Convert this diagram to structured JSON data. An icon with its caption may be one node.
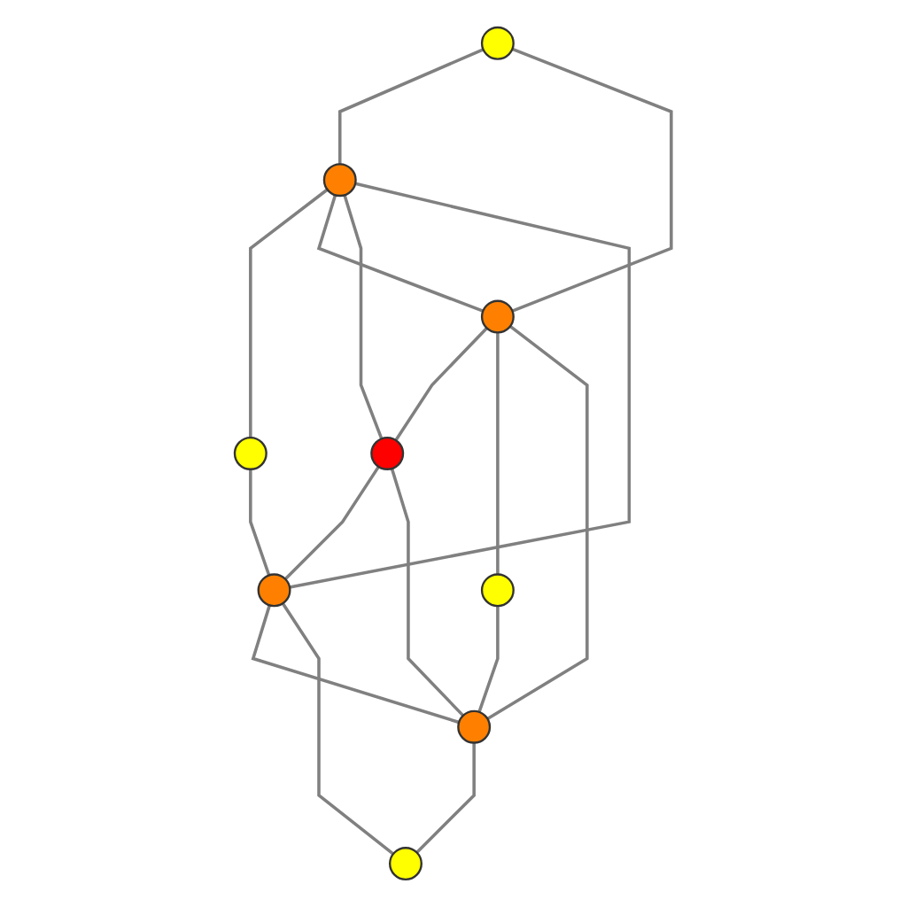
{
  "diagram": {
    "nodes": [
      {
        "text": [],
        "shape": "circle"
      },
      {
        "text": [],
        "shape": "circle"
      },
      {
        "text": [],
        "shape": "circle"
      },
      {
        "text": [],
        "shape": "circle"
      },
      {
        "text": [],
        "shape": "circle"
      },
      {
        "text": [],
        "shape": "circle"
      },
      {
        "text": [],
        "shape": "circle"
      },
      {
        "text": [],
        "shape": "circle"
      },
      {
        "text": [],
        "shape": "circle"
      }
    ],
    "edges": [
      {
        "from": 0,
        "to": 1,
        "arrow": "none"
      },
      {
        "from": 1,
        "to": 2,
        "arrow": "none"
      },
      {
        "from": 0,
        "to": 3,
        "arrow": "none"
      },
      {
        "from": 1,
        "to": 3,
        "arrow": "none"
      },
      {
        "from": 1,
        "to": 4,
        "arrow": "none"
      },
      {
        "from": 1,
        "to": 5,
        "arrow": "none"
      },
      {
        "from": 2,
        "to": 5,
        "arrow": "none"
      },
      {
        "from": 3,
        "to": 4,
        "arrow": "none"
      },
      {
        "from": 4,
        "to": 5,
        "arrow": "none"
      },
      {
        "from": 3,
        "to": 6,
        "arrow": "none"
      },
      {
        "from": 3,
        "to": 7,
        "arrow": "none"
      },
      {
        "from": 4,
        "to": 7,
        "arrow": "none"
      },
      {
        "from": 5,
        "to": 7,
        "arrow": "none"
      },
      {
        "from": 5,
        "to": 8,
        "arrow": "none"
      },
      {
        "from": 6,
        "to": 7,
        "arrow": "none"
      },
      {
        "from": 7,
        "to": 8,
        "arrow": "none"
      }
    ]
  }
}
